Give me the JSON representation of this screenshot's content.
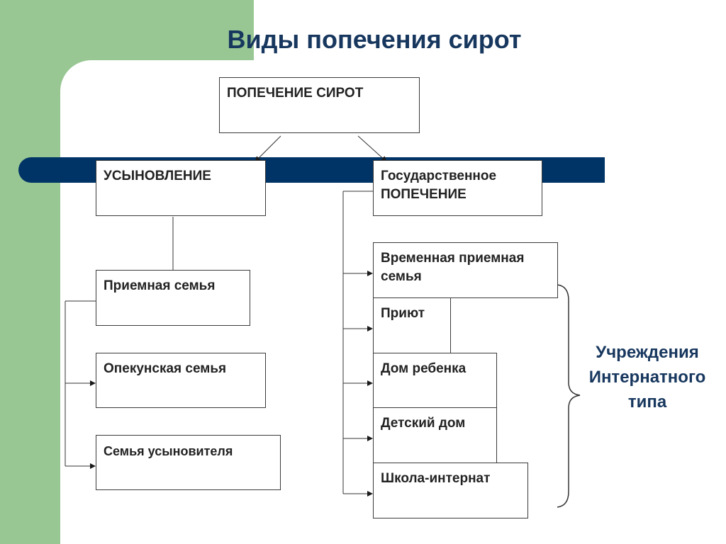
{
  "title": "Виды попечения сирот",
  "root": "ПОПЕЧЕНИЕ СИРОТ",
  "left_branch": {
    "label": "УСЫНОВЛЕНИЕ",
    "children": [
      "Приемная семья",
      "Опекунская семья",
      "Семья усыновителя"
    ]
  },
  "right_branch": {
    "label_line1": "Государственное",
    "label_line2": "ПОПЕЧЕНИЕ",
    "children": [
      "Временная приемная семья",
      "Приют",
      "Дом ребенка",
      "Детский дом",
      "Школа-интернат"
    ]
  },
  "brace_label": "Учреждения\nИнтернатного\nтипа",
  "colors": {
    "side_band": "#99c793",
    "bar": "#003366",
    "title": "#17375e"
  }
}
